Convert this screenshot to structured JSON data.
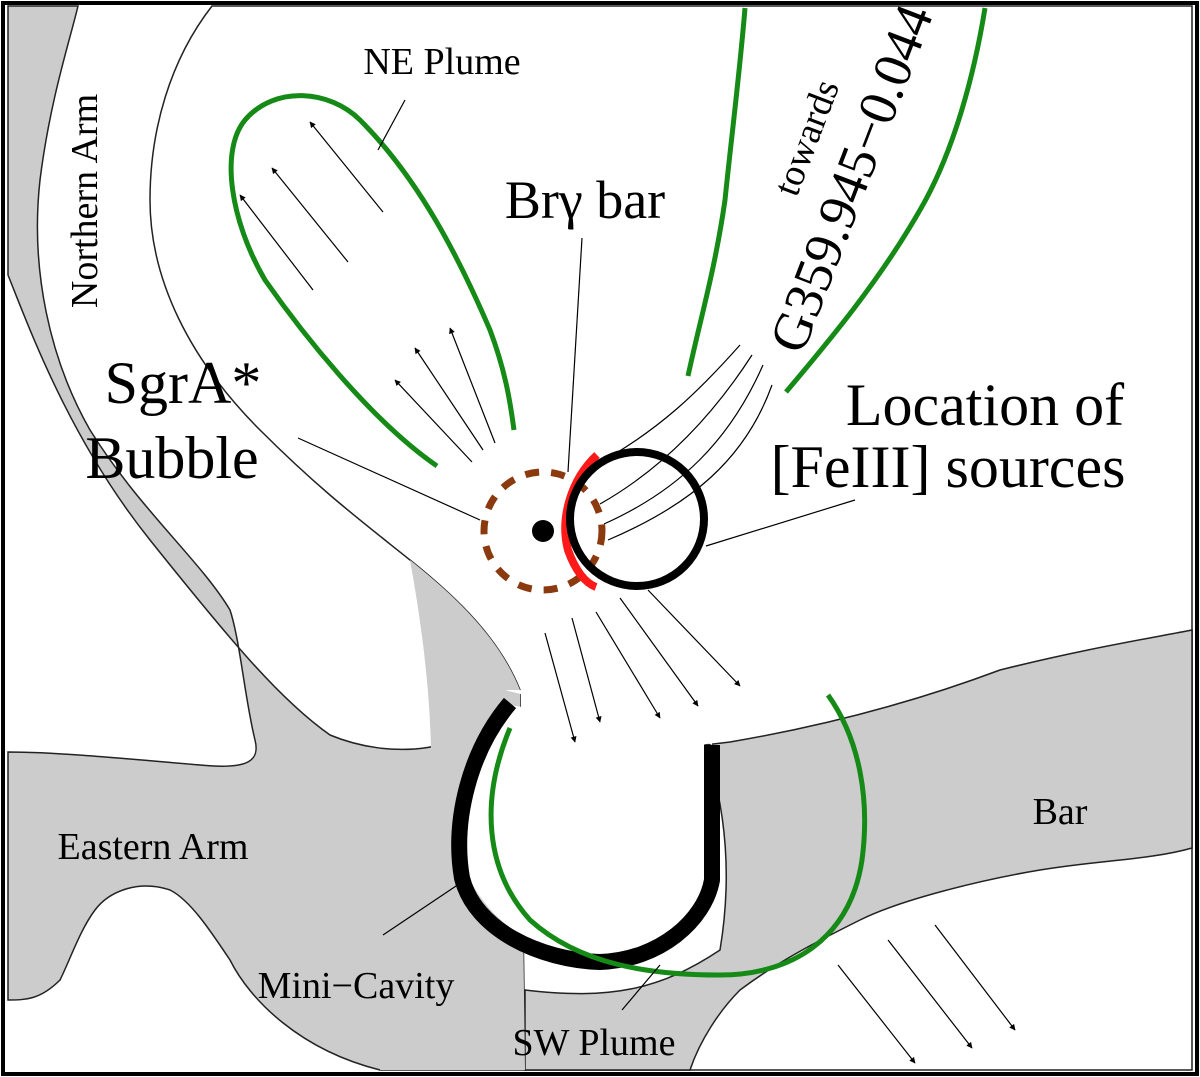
{
  "colors": {
    "background": "#ffffff",
    "gas_region": "#cccccc",
    "plume": "#168a16",
    "bubble": "#8b3a0f",
    "bar_brgamma": "#ff1a1a",
    "ink": "#000000"
  },
  "labels": {
    "ne_plume": "NE Plume",
    "northern_arm": "Northern Arm",
    "br_gamma_bar": "Brγ bar",
    "towards": "towards",
    "g_source": "G359.945−0.044",
    "sgra_line1": "SgrA*",
    "sgra_line2": "Bubble",
    "location_line1": "Location of",
    "location_line2": "[FeIII] sources",
    "eastern_arm": "Eastern Arm",
    "bar": "Bar",
    "mini_cavity": "Mini−Cavity",
    "sw_plume": "SW Plume"
  }
}
